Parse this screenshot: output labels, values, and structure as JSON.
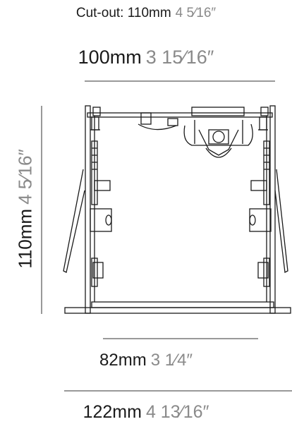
{
  "cutout": {
    "metric": "Cut-out: 110mm",
    "imperial": "4 5⁄16″"
  },
  "top_width": {
    "metric": "100mm",
    "imperial": "3 15⁄16″"
  },
  "height": {
    "metric": "110mm",
    "imperial": "4 5⁄16″"
  },
  "inner_width": {
    "metric": "82mm",
    "imperial": "3 1⁄4″"
  },
  "outer_width": {
    "metric": "122mm",
    "imperial": "4 13⁄16″"
  },
  "colors": {
    "line": "#1a1a1a",
    "imperial": "#8a8a8a",
    "dim_line": "#333333"
  }
}
